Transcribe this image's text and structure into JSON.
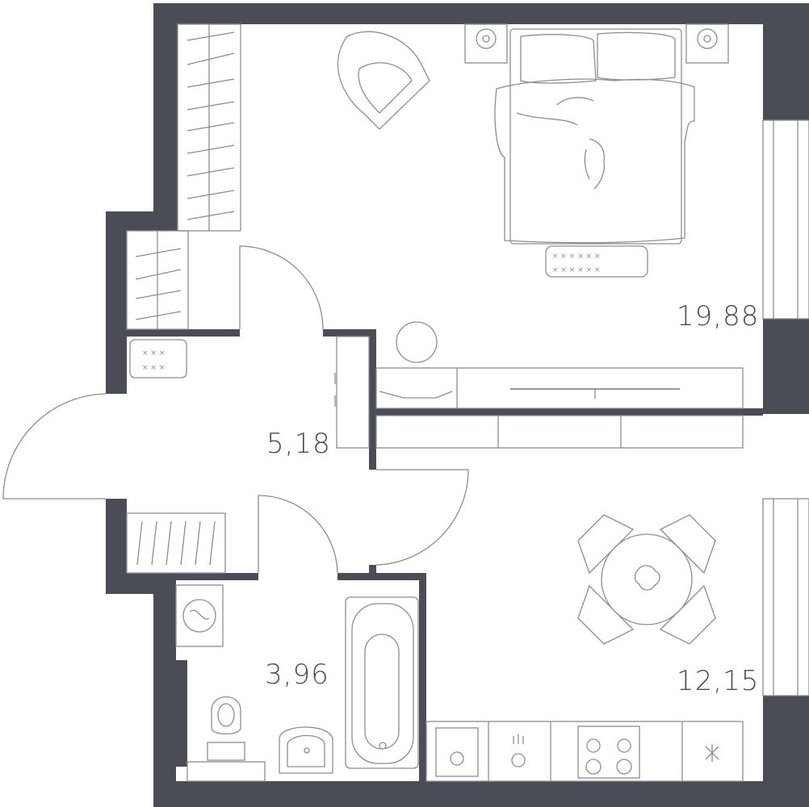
{
  "rooms": [
    {
      "id": "bedroom",
      "area": "19,88"
    },
    {
      "id": "hallway",
      "area": "5,18"
    },
    {
      "id": "bathroom",
      "area": "3,96"
    },
    {
      "id": "kitchen",
      "area": "12,15"
    }
  ],
  "colors": {
    "wall": "#4a4d55",
    "line": "#8a8d94",
    "background": "#ffffff"
  }
}
